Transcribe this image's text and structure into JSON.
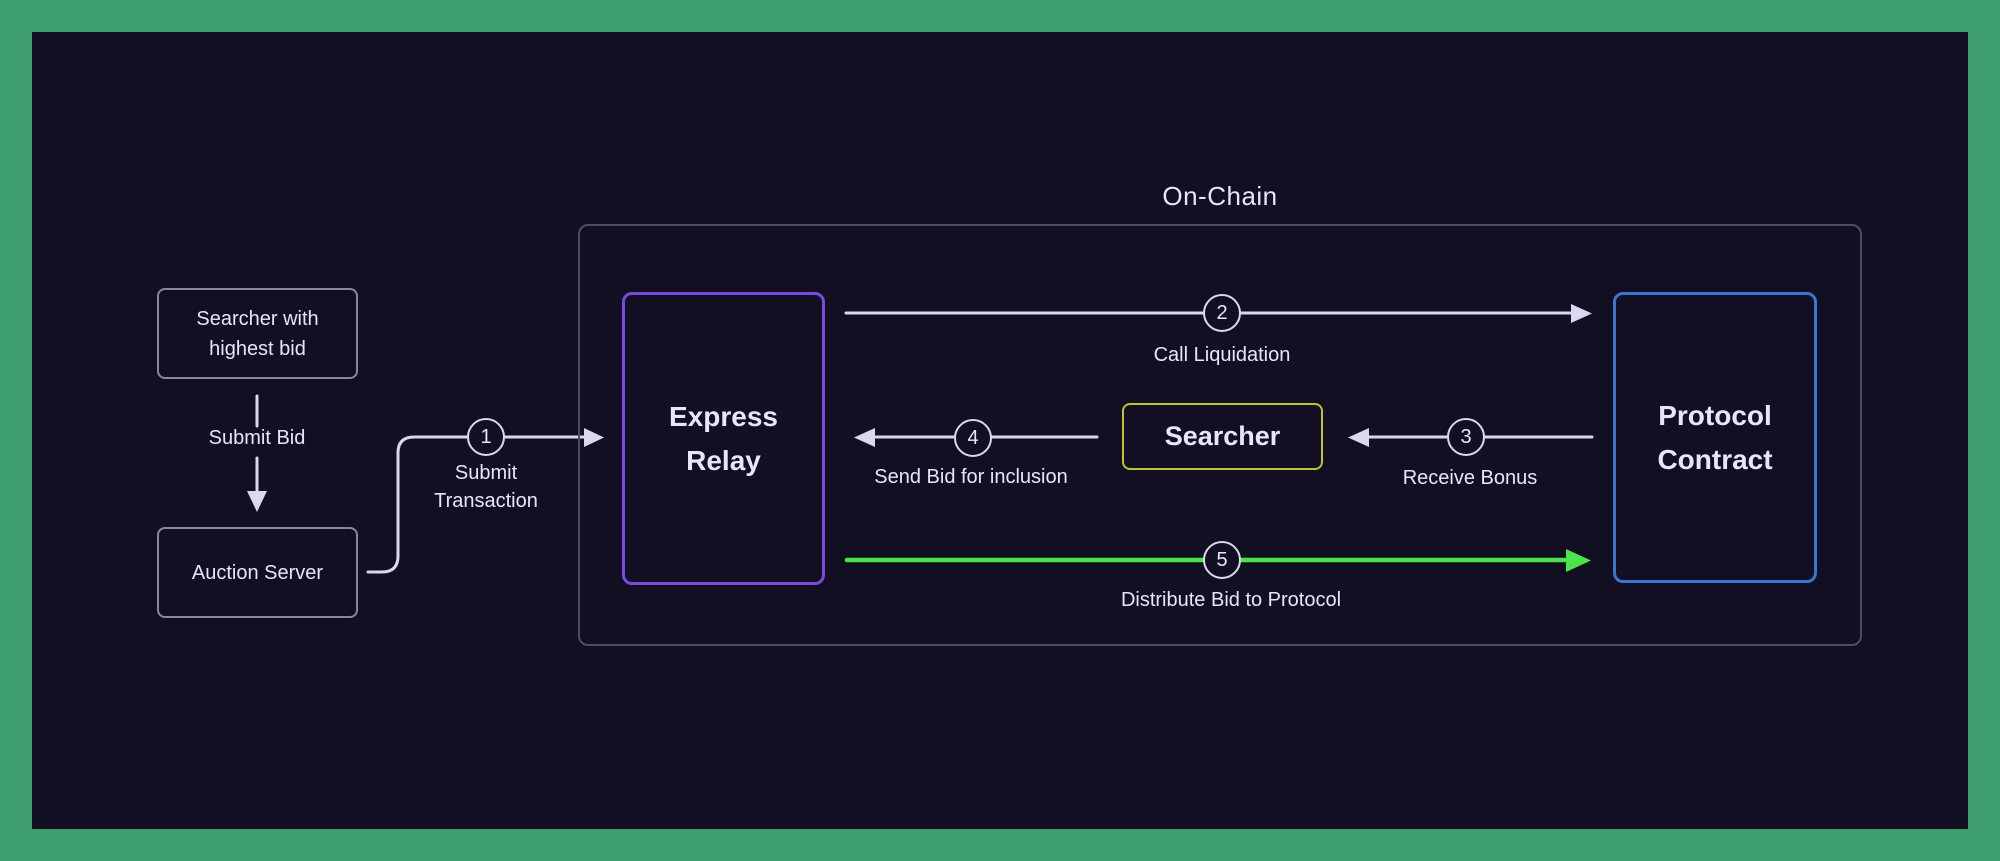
{
  "colors": {
    "frame": "#3f9e70",
    "bg": "#120f22",
    "line": "#ddd6f0",
    "text": "#e9e5f8",
    "muted-border": "#8b8799",
    "container-border": "#4f4b5d",
    "purple": "#7a49e0",
    "yellow": "#bdc32f",
    "blue": "#3b74d1",
    "green": "#4be44b"
  },
  "onchain": {
    "title": "On-Chain"
  },
  "nodes": {
    "searcher_highest": {
      "line1": "Searcher with",
      "line2": "highest bid"
    },
    "auction_server": {
      "label": "Auction Server"
    },
    "express_relay": {
      "line1": "Express",
      "line2": "Relay"
    },
    "searcher": {
      "label": "Searcher"
    },
    "protocol_contract": {
      "line1": "Protocol",
      "line2": "Contract"
    }
  },
  "edges": {
    "submit_bid": {
      "label": "Submit Bid"
    },
    "step1": {
      "number": "1",
      "line1": "Submit",
      "line2": "Transaction"
    },
    "step2": {
      "number": "2",
      "label": "Call Liquidation"
    },
    "step3": {
      "number": "3",
      "label": "Receive Bonus"
    },
    "step4": {
      "number": "4",
      "label": "Send Bid for inclusion"
    },
    "step5": {
      "number": "5",
      "label": "Distribute Bid to Protocol"
    }
  }
}
